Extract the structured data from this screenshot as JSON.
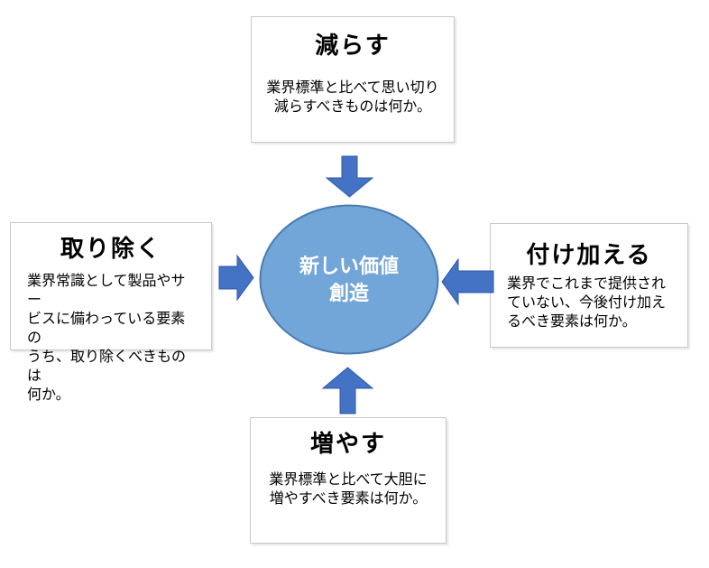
{
  "diagram": {
    "center": {
      "lines": [
        "新しい価値",
        "創造"
      ],
      "fill_color": "#72a5d8",
      "border_color": "#4a7cb0",
      "text_color": "#ffffff"
    },
    "boxes": {
      "top": {
        "title": "減らす",
        "body_lines": [
          "業界標準と比べて思い切り",
          "減らすべきものは何か。"
        ]
      },
      "left": {
        "title": "取り除く",
        "body_lines": [
          "業界常識として製品やサー",
          "ビスに備わっている要素の",
          "うち、取り除くべきものは",
          "何か。"
        ]
      },
      "right": {
        "title": "付け加える",
        "body_lines": [
          "業界でこれまで提供され",
          "ていない、今後付け加え",
          "るべき要素は何か。"
        ]
      },
      "bottom": {
        "title": "増やす",
        "body_lines": [
          "業界標準と比べて大胆に",
          "増やすべき要素は何か。"
        ]
      }
    },
    "arrows": {
      "fill_color": "#4472c4",
      "border_color": "#2e59a5",
      "directions": [
        "down",
        "right",
        "left",
        "up"
      ]
    }
  }
}
